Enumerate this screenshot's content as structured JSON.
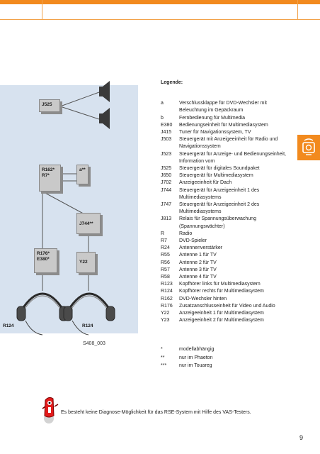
{
  "legend": {
    "title": "Legende:",
    "items": [
      {
        "code": "a",
        "desc": "Verschlussklappe für DVD-Wechsler mit Beleuchtung im Gepäckraum"
      },
      {
        "code": "b",
        "desc": "Fernbedienung für Multimedia"
      },
      {
        "code": "E380",
        "desc": "Bedienungseinheit für Multimediasystem"
      },
      {
        "code": "J415",
        "desc": "Tuner für Navigationssystem, TV"
      },
      {
        "code": "J503",
        "desc": "Steuergerät mit Anzeigeeinheit für Radio und Navigationssystem"
      },
      {
        "code": "J523",
        "desc": "Steuergerät für Anzeige- und Bedienungseinheit, Information vorn"
      },
      {
        "code": "J525",
        "desc": "Steuergerät für digitales Soundpaket"
      },
      {
        "code": "J650",
        "desc": "Steuergerät für Multimediasystem"
      },
      {
        "code": "J702",
        "desc": "Anzeigeeinheit für Dach"
      },
      {
        "code": "J744",
        "desc": "Steuergerät für Anzeigeeinheit 1 des Multimediasystems"
      },
      {
        "code": "J747",
        "desc": "Steuergerät für Anzeigeeinheit 2 des Multimediasystems"
      },
      {
        "code": "J813",
        "desc": "Relais für Spannungsüberwachung (Spannungswächter)"
      },
      {
        "code": "R",
        "desc": "Radio"
      },
      {
        "code": "R7",
        "desc": "DVD-Spieler"
      },
      {
        "code": "R24",
        "desc": "Antennenverstärker"
      },
      {
        "code": "R55",
        "desc": "Antenne 1 für TV"
      },
      {
        "code": "R56",
        "desc": "Antenne 2 für TV"
      },
      {
        "code": "R57",
        "desc": "Antenne 3 für TV"
      },
      {
        "code": "R58",
        "desc": "Antenne 4 für TV"
      },
      {
        "code": "R123",
        "desc": "Kopfhörer links für Multimediasystem"
      },
      {
        "code": "R124",
        "desc": "Kopfhörer rechts für Multimediasystem"
      },
      {
        "code": "R162",
        "desc": "DVD-Wechsler hinten"
      },
      {
        "code": "R176",
        "desc": "Zusatzanschlusseinheit für Video und Audio"
      },
      {
        "code": "Y22",
        "desc": "Anzeigeeinheit 1 für Multimediasystem"
      },
      {
        "code": "Y23",
        "desc": "Anzeigeeinheit 2 für Multimediasystem"
      }
    ]
  },
  "notes": [
    {
      "mark": "*",
      "text": "modellabhängig"
    },
    {
      "mark": "**",
      "text": "nur im Phaeton"
    },
    {
      "mark": "***",
      "text": "nur im Touareg"
    }
  ],
  "diagram": {
    "box_j525": "J525",
    "box_r162_l1": "R162*",
    "box_r162_l2": "R7*",
    "box_a": "a**",
    "box_j744": "J744**",
    "box_r176_l1": "R176*",
    "box_r176_l2": "E380*",
    "box_y22": "Y22",
    "label_r124_left": "R124",
    "label_r124_right": "R124",
    "caption": "S408_003"
  },
  "tip": "Es besteht keine Diagnose-Möglichkeit für das RSE-System mit Hilfe des VAS-Testers.",
  "page_number": "9",
  "colors": {
    "accent": "#f28a1e",
    "diagram_bg": "#d7e2ef",
    "box": "#c9c9c9"
  }
}
